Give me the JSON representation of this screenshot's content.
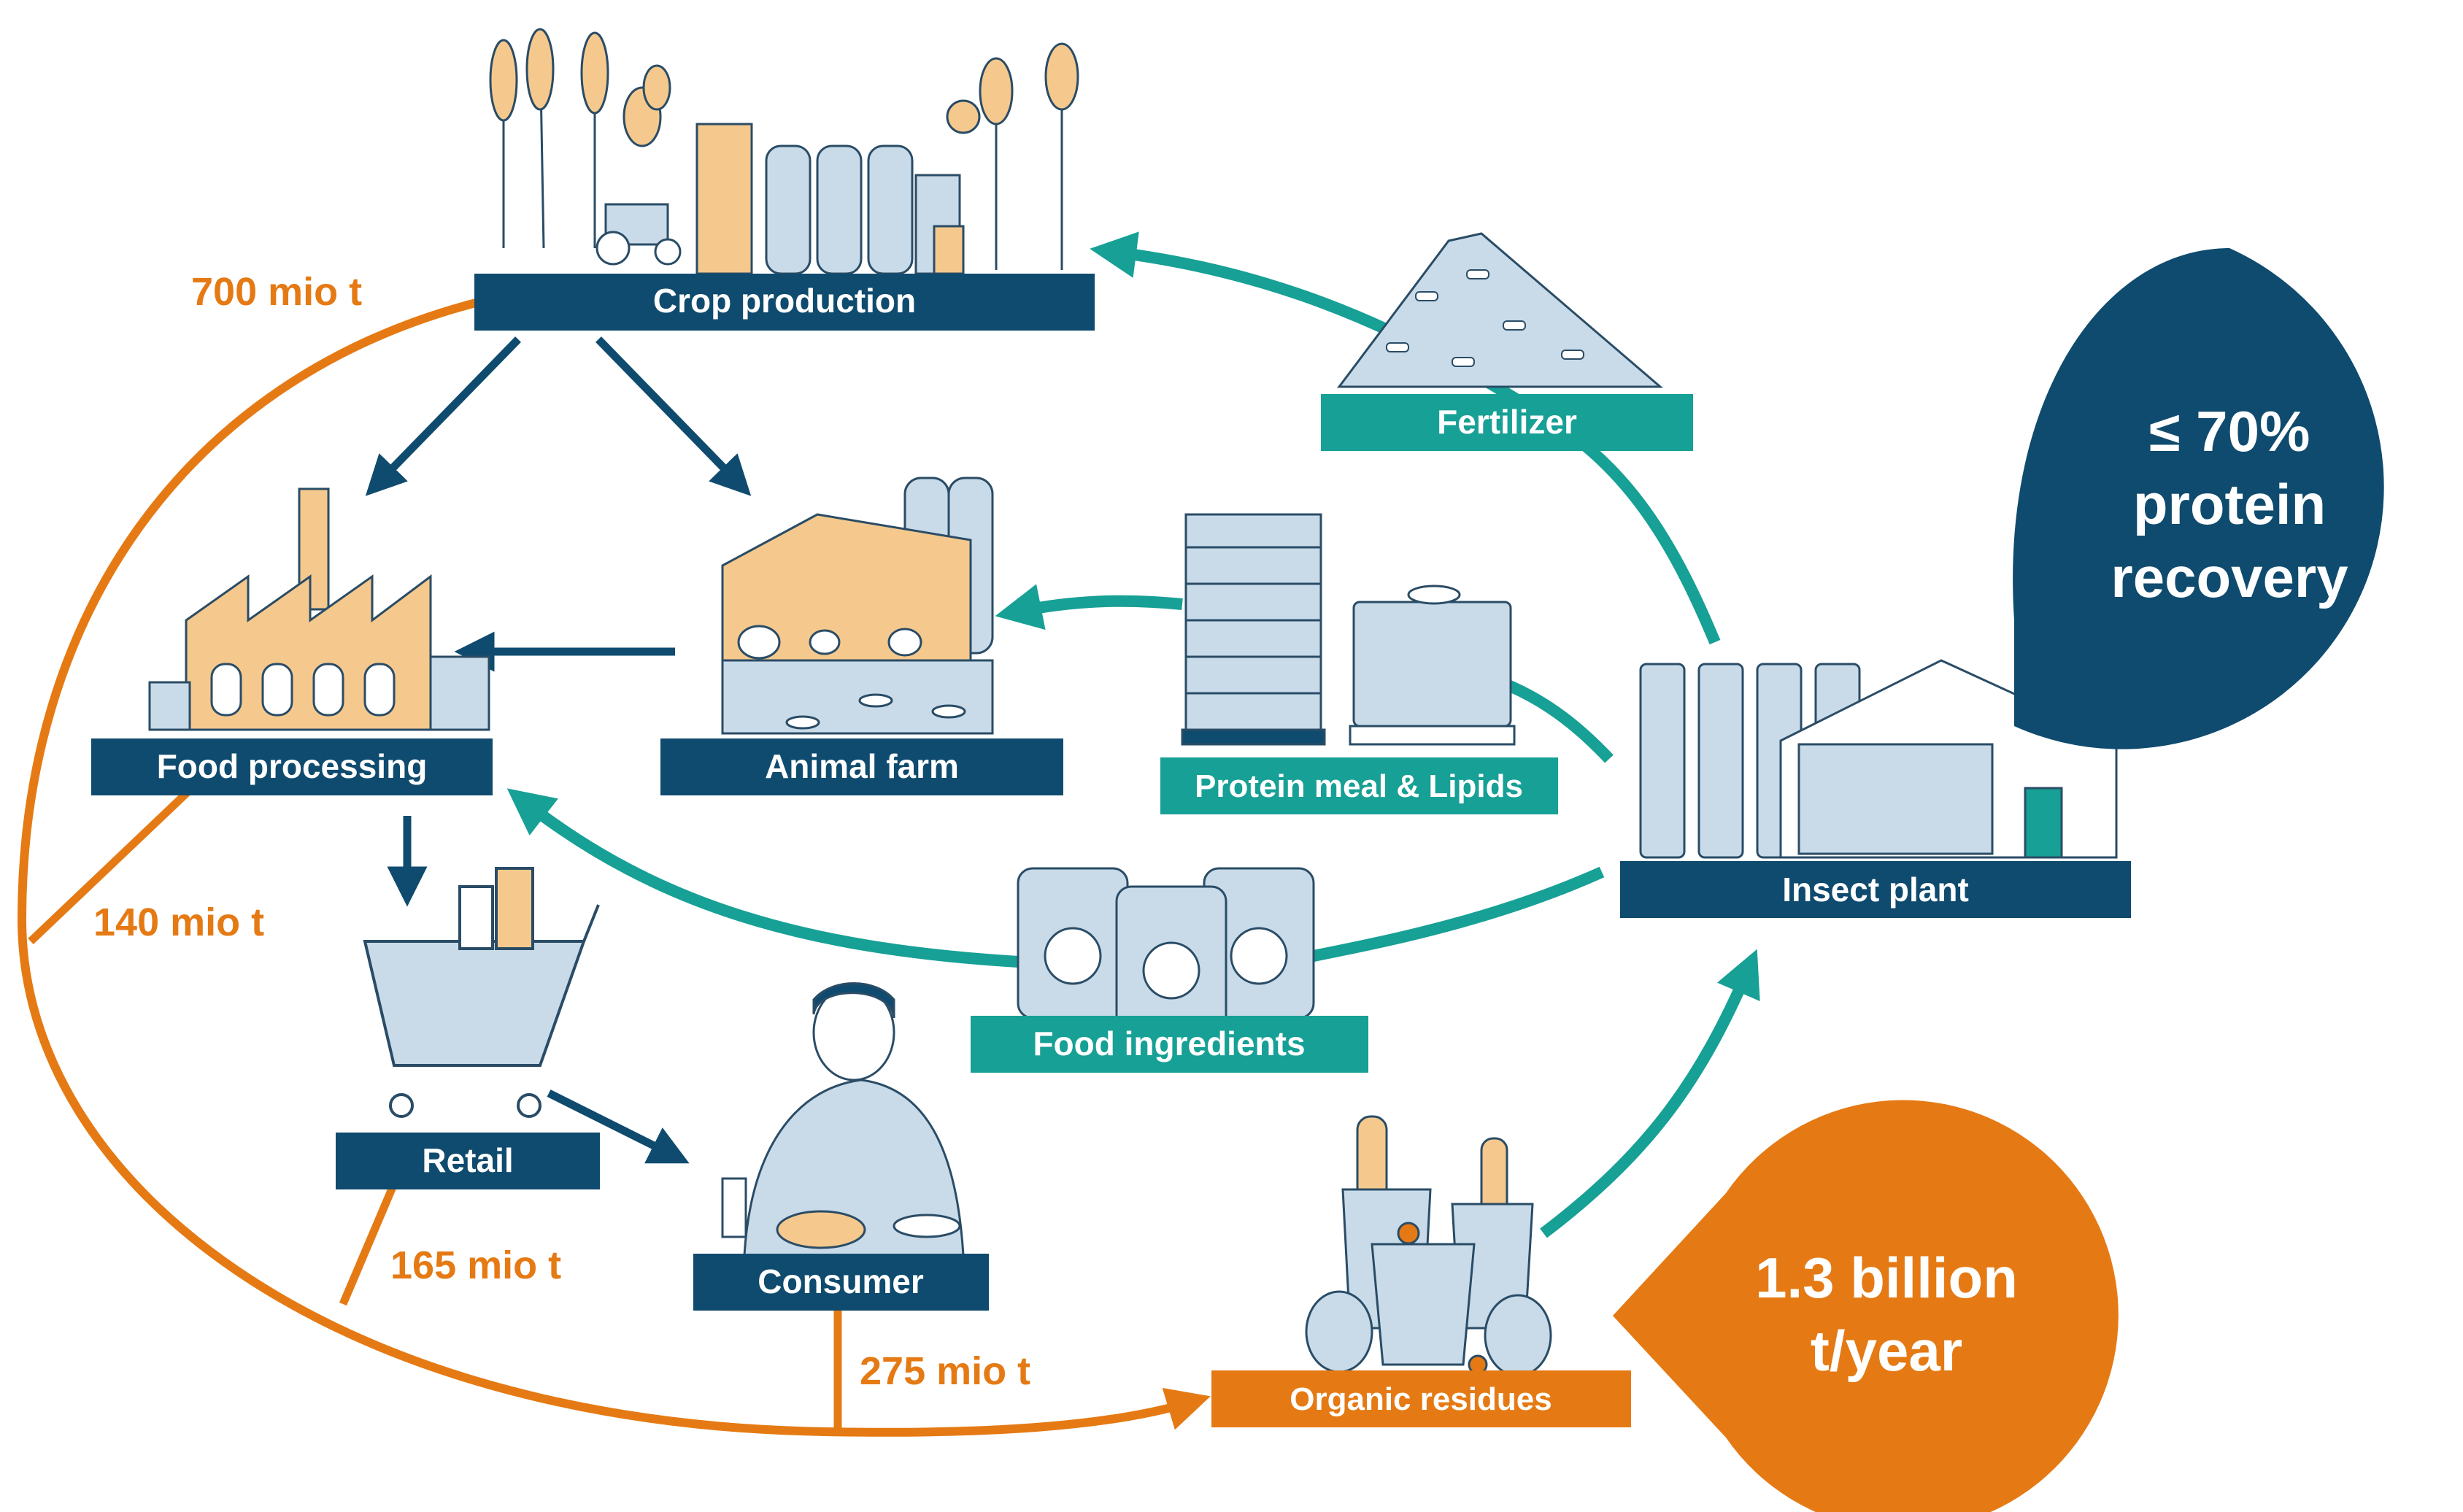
{
  "colors": {
    "navy": "#0f4b6e",
    "teal": "#17a095",
    "orange": "#e57a14",
    "illustration_fill": "#c9dbe9",
    "illustration_warm": "#f5c98d"
  },
  "nodes": {
    "crop_production": "Crop production",
    "food_processing": "Food processing",
    "animal_farm": "Animal farm",
    "retail": "Retail",
    "consumer": "Consumer",
    "organic_residues": "Organic residues",
    "insect_plant": "Insect plant",
    "fertilizer": "Fertilizer",
    "protein_meal": "Protein meal & Lipids",
    "food_ingredients": "Food ingredients"
  },
  "flows": {
    "crop_loss": "700 mio t",
    "processing_loss": "140 mio t",
    "retail_loss": "165 mio t",
    "consumer_loss": "275 mio t"
  },
  "bubbles": {
    "protein": [
      "≤ 70%",
      "protein",
      "recovery"
    ],
    "volume": [
      "1.3 billion",
      "t/year"
    ]
  },
  "icons": [
    "grain-icon",
    "silo-icon",
    "tractor-icon",
    "factory-icon",
    "barn-icon",
    "chicken-icon",
    "fish-icon",
    "shopping-cart-icon",
    "consumer-person-icon",
    "trash-bin-icon",
    "insect-plant-icon",
    "fertilizer-pile-icon",
    "sack-pallet-icon",
    "tank-icon",
    "bag-icon"
  ]
}
